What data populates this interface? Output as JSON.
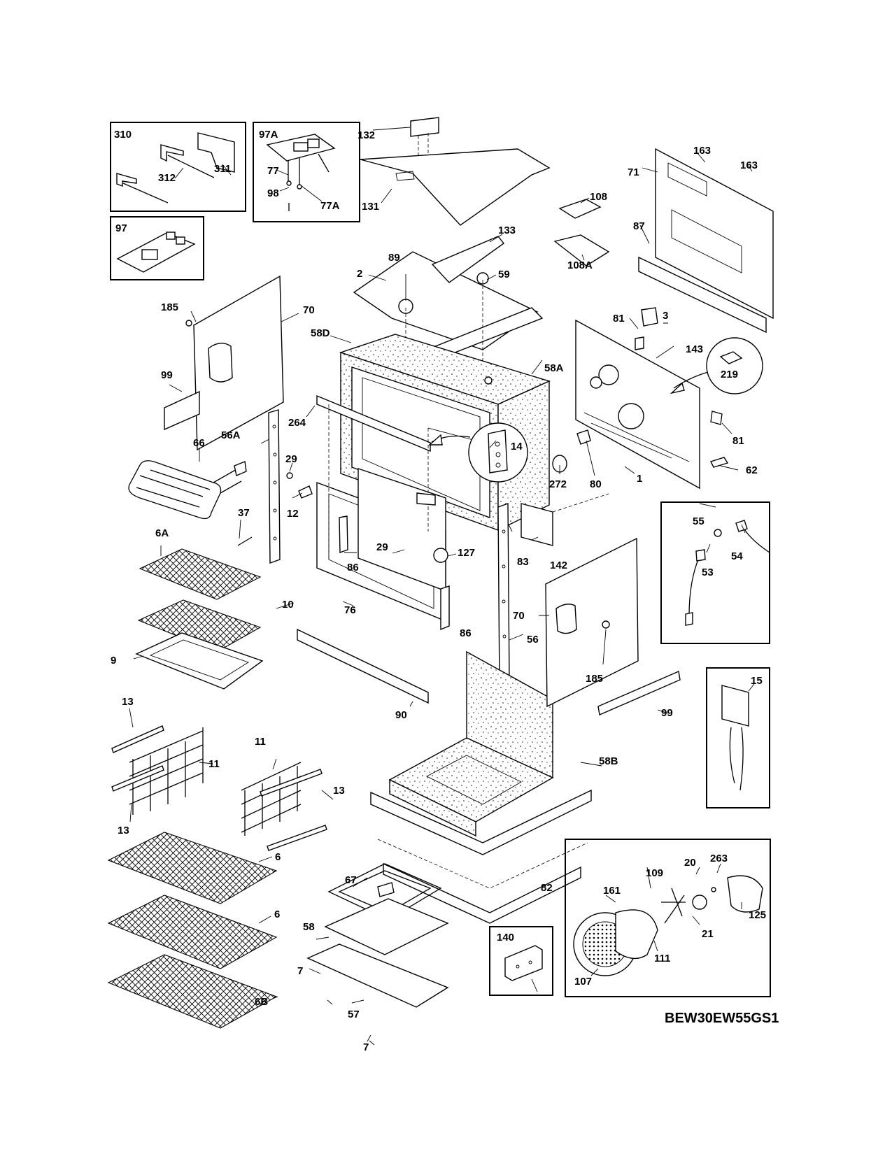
{
  "diagram": {
    "model_code": "BEW30EW55GS1",
    "callouts": {
      "c310": "310",
      "c311": "311",
      "c312": "312",
      "c97a": "97A",
      "c77": "77",
      "c77a": "77A",
      "c98": "98",
      "c97": "97",
      "c132": "132",
      "c131": "131",
      "c133": "133",
      "c163a": "163",
      "c163b": "163",
      "c71": "71",
      "c87": "87",
      "c108": "108",
      "c108a": "108A",
      "c89": "89",
      "c2": "2",
      "c59": "59",
      "c185a": "185",
      "c70a": "70",
      "c99a": "99",
      "c58d": "58D",
      "c58a": "58A",
      "c264": "264",
      "c14": "14",
      "c81a": "81",
      "c3": "3",
      "c143": "143",
      "c219": "219",
      "c81b": "81",
      "c62": "62",
      "c272": "272",
      "c80": "80",
      "c1": "1",
      "c66": "66",
      "c56a": "56A",
      "c29a": "29",
      "c12": "12",
      "c37": "37",
      "c29b": "29",
      "c127": "127",
      "c86a": "86",
      "c86b": "86",
      "c142": "142",
      "c83": "83",
      "c76": "76",
      "c55": "55",
      "c54": "54",
      "c53": "53",
      "c6a": "6A",
      "c10": "10",
      "c9": "9",
      "c70b": "70",
      "c185b": "185",
      "c56": "56",
      "c90": "90",
      "c99b": "99",
      "c15": "15",
      "c13a": "13",
      "c11a": "11",
      "c13b": "13",
      "c11b": "11",
      "c13c": "13",
      "c58b": "58B",
      "c6b": "6",
      "c6c": "6",
      "c6d": "6B",
      "c67": "67",
      "c58": "58",
      "c7a": "7",
      "c57": "57",
      "c7b": "7",
      "c82": "82",
      "c140": "140",
      "c20": "20",
      "c263": "263",
      "c109": "109",
      "c161": "161",
      "c21": "21",
      "c125": "125",
      "c111": "111",
      "c107": "107"
    }
  }
}
